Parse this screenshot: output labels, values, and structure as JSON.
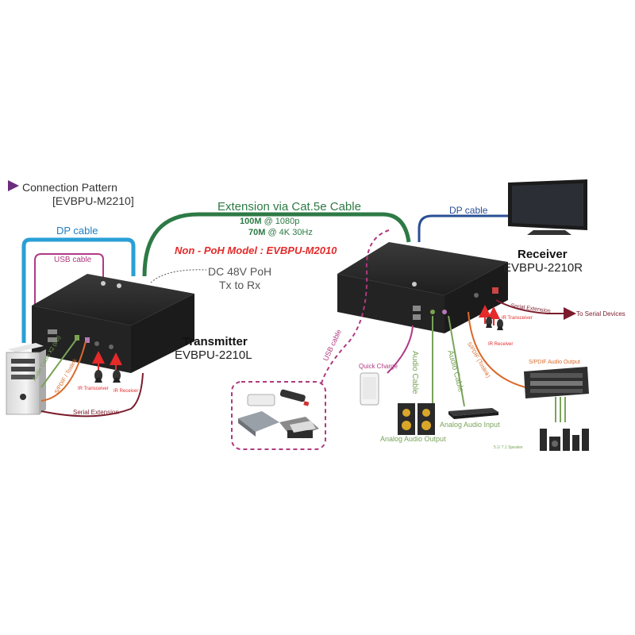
{
  "header": {
    "title": "Connection Pattern",
    "model": "[EVBPU-M2210]"
  },
  "link": {
    "extension": "Extension via Cat.5e Cable",
    "speed1_bold": "100M",
    "speed1_rest": " @ 1080p",
    "speed2_bold": "70M",
    "speed2_rest": " @ 4K 30Hz",
    "non_poh": "Non - PoH Model : EVBPU-M2010",
    "poh_line1": "DC 48V PoH",
    "poh_line2": "Tx to Rx"
  },
  "transmitter": {
    "title": "Transmitter",
    "model": "EVBPU-2210L"
  },
  "receiver": {
    "title": "Receiver",
    "model": "EVBPU-2210R"
  },
  "cables": {
    "dp_tx": "DP cable",
    "usb_tx": "USB cable",
    "audio_tx": "Audio Cable X2 (I/O)",
    "spdif_tx": "S/PDIF / Toslink",
    "serial_tx": "Serial Extension",
    "usb_rx": "USB cable",
    "dp_rx": "DP cable",
    "serial_rx": "Serial Extension",
    "spdif_rx": "S/PDIF (Toslink)",
    "audio_rx1": "Audio Cable",
    "audio_rx2": "Audio Cable"
  },
  "ir": {
    "tx_transceiver": "IR Transceiver",
    "tx_receiver": "IR Receiver",
    "rx_transceiver": "IR Transceiver",
    "rx_receiver": "IR Receiver"
  },
  "devices": {
    "serial_devices": "To Serial Devices",
    "quick_charge": "Quick Charge",
    "analog_out": "Analog Audio Output",
    "analog_in": "Analog Audio Input",
    "spdif_out": "S/PDIF Audio Output",
    "speaker": "5.1/ 7.1 Speaker"
  },
  "colors": {
    "dp": "#2a9fd6",
    "usb": "#b03a86",
    "cat5": "#2d7a45",
    "dp_rx": "#2a4f95",
    "serial": "#7a1c2c",
    "audio": "#7aa35a",
    "spdif": "#d96b2b",
    "ir_arrow": "#e52a2a",
    "dashed": "#b0397f",
    "box": "#2a2a2a"
  }
}
